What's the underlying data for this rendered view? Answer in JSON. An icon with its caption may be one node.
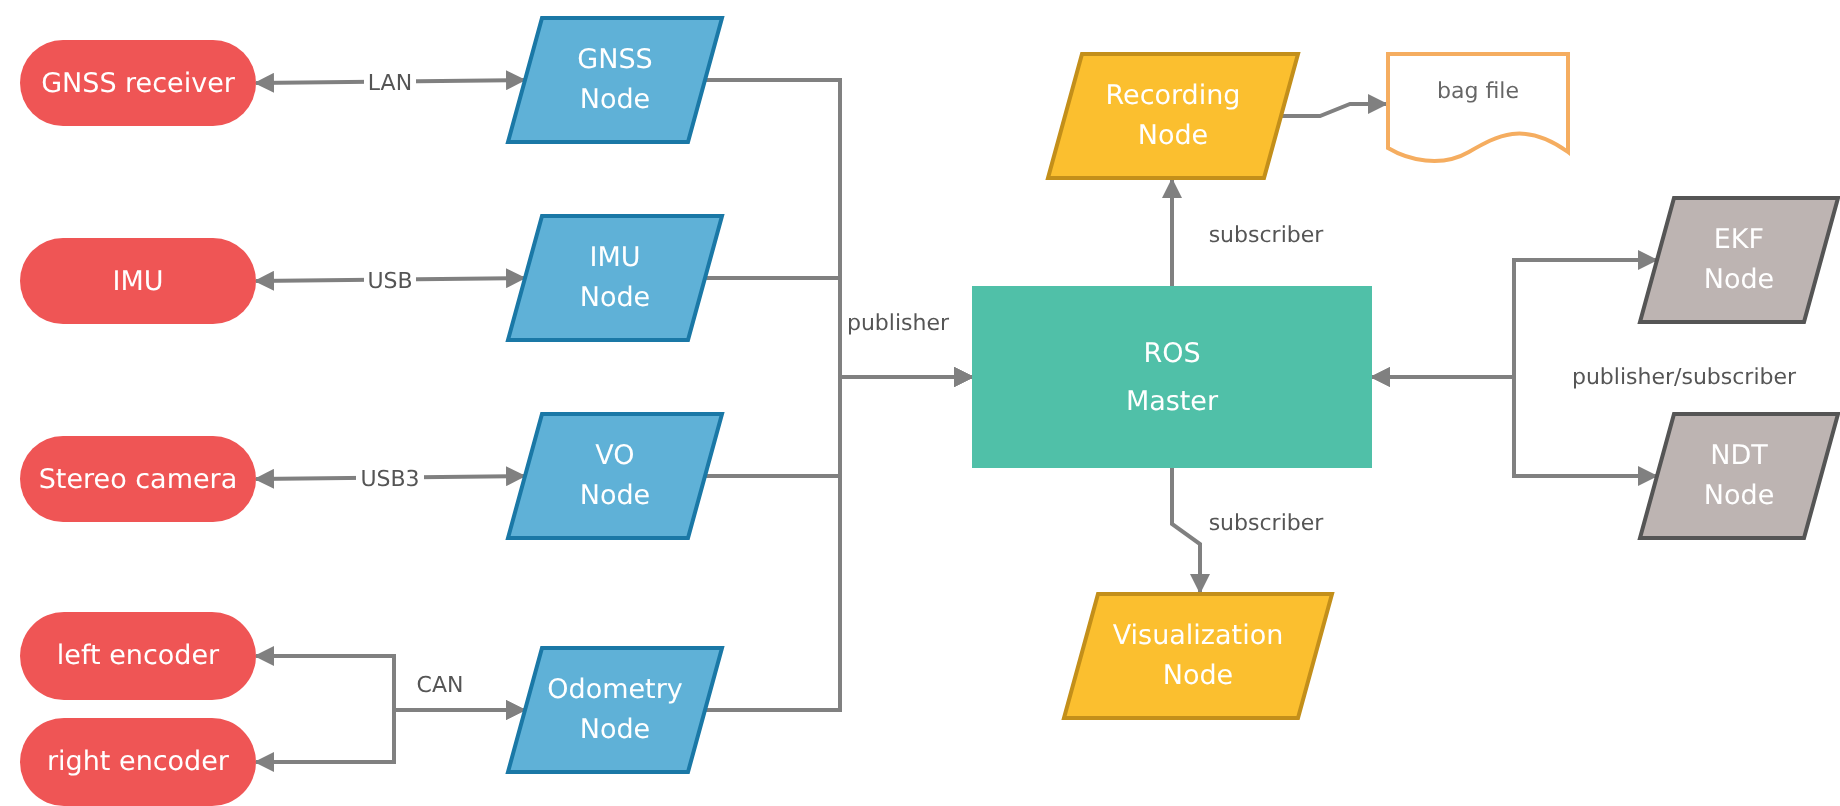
{
  "diagram": {
    "nodes": [
      {
        "text": [
          "GNSS receiver"
        ]
      },
      {
        "text": [
          "IMU"
        ]
      },
      {
        "text": [
          "Stereo camera"
        ]
      },
      {
        "text": [
          "left encoder"
        ]
      },
      {
        "text": [
          "right encoder"
        ]
      },
      {
        "text": [
          "GNSS Node"
        ]
      },
      {
        "text": [
          "IMU Node"
        ]
      },
      {
        "text": [
          "VO Node"
        ]
      },
      {
        "text": [
          "Odometry Node"
        ]
      },
      {
        "text": [
          "Recording Node"
        ]
      },
      {
        "text": [
          "bag file"
        ]
      },
      {
        "text": [
          "ROS Master"
        ]
      },
      {
        "text": [
          "EKF Node"
        ]
      },
      {
        "text": [
          "NDT Node"
        ]
      },
      {
        "text": [
          "Visualization Node"
        ]
      }
    ],
    "edges": [
      {
        "from": 0,
        "to": 5,
        "arrow": "both",
        "label": "LAN"
      },
      {
        "from": 1,
        "to": 6,
        "arrow": "both",
        "label": "USB"
      },
      {
        "from": 2,
        "to": 7,
        "arrow": "both",
        "label": "USB3"
      },
      {
        "from": 8,
        "to": 3,
        "arrow": "both",
        "label": "CAN"
      },
      {
        "from": 8,
        "to": 4,
        "arrow": "both"
      },
      {
        "from": 5,
        "to": 11,
        "arrow": "to"
      },
      {
        "from": 6,
        "to": 11,
        "arrow": "to",
        "label": "publisher"
      },
      {
        "from": 7,
        "to": 11,
        "arrow": "to"
      },
      {
        "from": 8,
        "to": 11,
        "arrow": "to"
      },
      {
        "from": 11,
        "to": 9,
        "arrow": "to",
        "label": "subscriber"
      },
      {
        "from": 9,
        "to": 10,
        "arrow": "to"
      },
      {
        "from": 11,
        "to": 14,
        "arrow": "to",
        "label": "subscriber"
      },
      {
        "from": 11,
        "to": 12,
        "arrow": "both",
        "label": "publisher/subscriber"
      },
      {
        "from": 11,
        "to": 13,
        "arrow": "both"
      }
    ]
  }
}
